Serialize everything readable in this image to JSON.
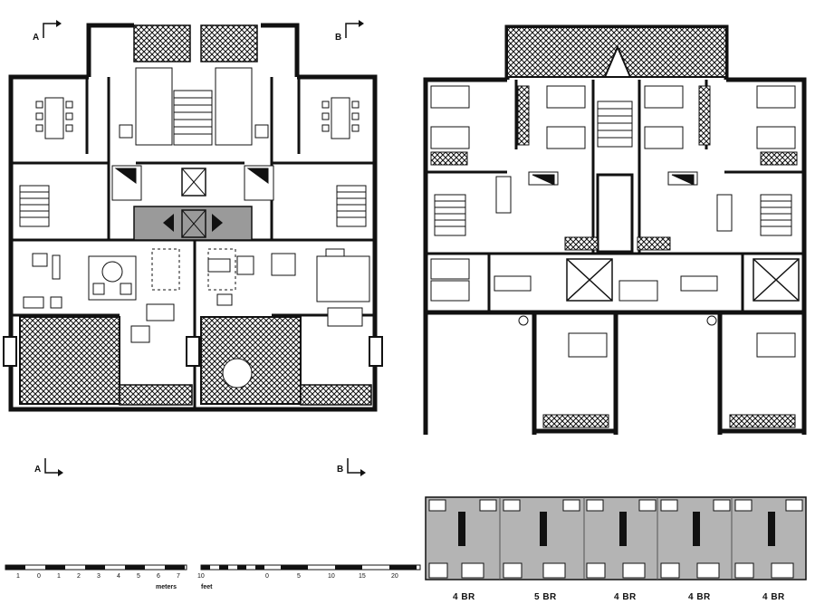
{
  "section_marks": {
    "a_top": "A",
    "b_top": "B",
    "a_bottom": "A",
    "b_bottom": "B"
  },
  "scale_bar": {
    "meters_ticks": [
      "1",
      "0",
      "1",
      "2",
      "3",
      "4",
      "5",
      "6",
      "7"
    ],
    "meters_label": "meters",
    "feet_ticks": [
      "10",
      "0",
      "5",
      "10",
      "15",
      "20"
    ],
    "feet_label": "feet"
  },
  "elevation": {
    "unit_labels": [
      "4 BR",
      "5 BR",
      "4 BR",
      "4 BR",
      "4 BR"
    ]
  },
  "colors": {
    "ink": "#111111",
    "tone": "#b4b4b4",
    "paper": "#ffffff"
  }
}
